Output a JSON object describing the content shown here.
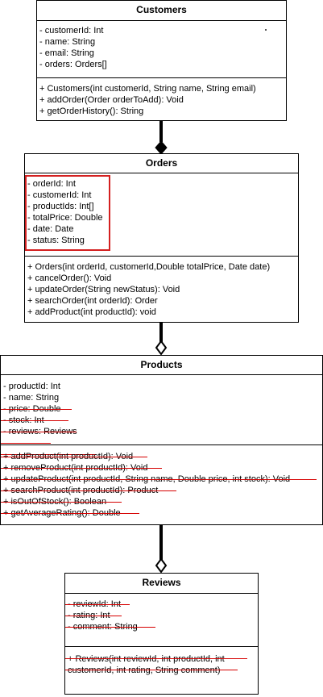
{
  "customers": {
    "title": "Customers",
    "attributes": [
      "- customerId: Int",
      "- name: String",
      "- email: String",
      "- orders: Orders[]"
    ],
    "methods": [
      "+ Customers(int customerId, String name, String email)",
      "+ addOrder(Order orderToAdd): Void",
      "+ getOrderHistory(): String"
    ]
  },
  "orders": {
    "title": "Orders",
    "attributes": [
      "- orderId: Int",
      "- customerId: Int",
      "- productIds: Int[]",
      "- totalPrice: Double",
      "- date: Date",
      "- status: String"
    ],
    "methods": [
      "+ Orders(int orderId, customerId,Double totalPrice, Date date)",
      "+ cancelOrder(): Void",
      "+ updateOrder(String newStatus): Void",
      "+ searchOrder(int orderId): Order",
      "+ addProduct(int productId): void"
    ]
  },
  "products": {
    "title": "Products",
    "attributes": [
      "- productId: Int",
      "- name: String",
      "- price: Double",
      "- stock: Int",
      "- reviews: Reviews"
    ],
    "methods": [
      "+ addProduct(int productId): Void",
      "+ removeProduct(int productId): Void",
      "+ updateProduct(int productId, String name, Double price, int stock): Void",
      "+ searchProduct(int productId): Product",
      "+ isOutOfStock(): Boolean",
      "+ getAverageRating(): Double"
    ]
  },
  "reviews": {
    "title": "Reviews",
    "attributes": [
      "- reviewId: Int",
      "- rating: Int",
      "- comment: String"
    ],
    "methods": [
      "+ Reviews(int reviewId, int productId, int",
      "customerId, int rating, String comment)"
    ]
  },
  "colors": {
    "strikethrough": "#d60000",
    "highlight_box": "#d42020",
    "lines": "#000000"
  },
  "connectors": [
    "filled-diamond composition",
    "open-diamond aggregation",
    "open-diamond aggregation"
  ]
}
